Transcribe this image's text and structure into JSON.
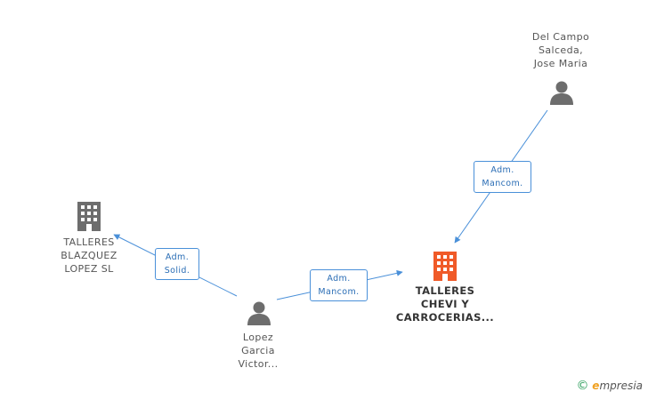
{
  "nodes": {
    "del_campo": {
      "lines": [
        "Del Campo",
        "Salceda,",
        "Jose Maria"
      ],
      "type": "person",
      "color": "#6d6d6d"
    },
    "talleres_blazquez": {
      "lines": [
        "TALLERES",
        "BLAZQUEZ",
        "LOPEZ SL"
      ],
      "type": "company",
      "color": "#6d6d6d"
    },
    "lopez_garcia": {
      "lines": [
        "Lopez",
        "Garcia",
        "Victor..."
      ],
      "type": "person",
      "color": "#6d6d6d"
    },
    "talleres_chevi": {
      "lines": [
        "TALLERES",
        "CHEVI Y",
        "CARROCERIAS..."
      ],
      "type": "company",
      "color": "#f05a28"
    }
  },
  "edges": {
    "del_campo_to_chevi": {
      "lines": [
        "Adm.",
        "Mancom."
      ]
    },
    "lopez_to_blazquez": {
      "lines": [
        "Adm.",
        "Solid."
      ]
    },
    "lopez_to_chevi": {
      "lines": [
        "Adm.",
        "Mancom."
      ]
    }
  },
  "edge_color": "#4a90d9",
  "footer": {
    "copyright": "©",
    "brand_initial": "e",
    "brand_rest": "mpresia"
  }
}
